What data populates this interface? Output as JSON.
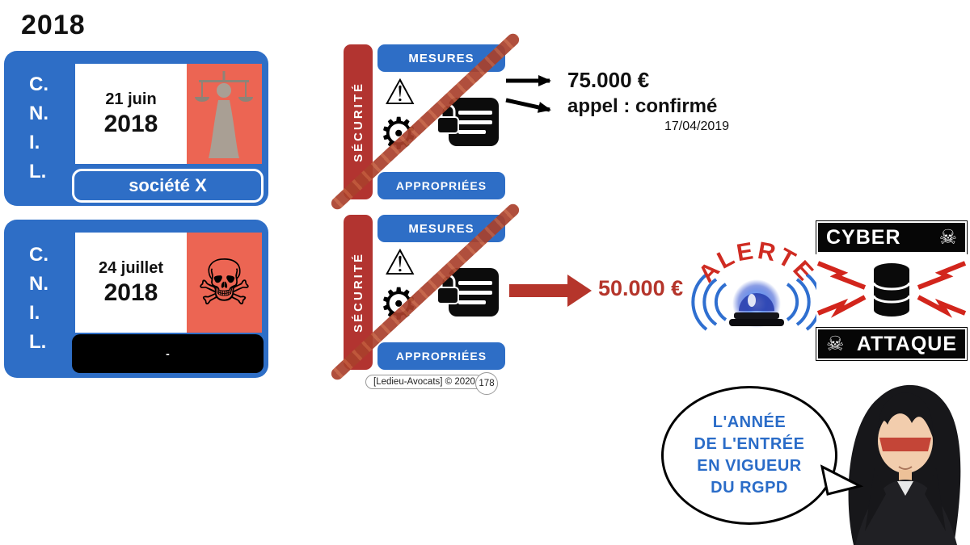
{
  "title": "2018",
  "cnil_cards": [
    {
      "org": "C.\nN.\nI.\nL.",
      "date_top": "21 juin",
      "date_year": "2018",
      "banner": "société X"
    },
    {
      "org": "C.\nN.\nI.\nL.",
      "date_top": "24 juillet",
      "date_year": "2018",
      "banner": "-"
    }
  ],
  "security_blocks": [
    {
      "left_label": "SÉCURITÉ",
      "top_label": "MESURES",
      "bottom_label": "APPROPRIÉES"
    },
    {
      "left_label": "SÉCURITÉ",
      "top_label": "MESURES",
      "bottom_label": "APPROPRIÉES"
    }
  ],
  "case_june": {
    "fine": "75.000 €",
    "appeal": "appel : confirmé",
    "appeal_date": "17/04/2019"
  },
  "case_july": {
    "fine": "50.000 €"
  },
  "alert_label": "ALERTE",
  "cyber_panel": {
    "top_label": "CYBER",
    "bottom_label": "ATTAQUE",
    "skull": "☠"
  },
  "speech_bubble": "L'ANNÉE\nDE L'ENTRÉE\nEN VIGUEUR\nDU RGPD",
  "footer": {
    "credit": "[Ledieu-Avocats] © 2020",
    "page_number": "178"
  },
  "icons": {
    "warning_glyph": "⚠",
    "gear_glyph": "⚙",
    "skull_glyph": "☠"
  },
  "colors": {
    "cnil_blue": "#2e6ec6",
    "security_red": "#b23430",
    "accent_salmon": "#ec6553",
    "fine_red": "#b5352b",
    "alert_red": "#cf2b22",
    "bubble_blue": "#2a6cc8"
  }
}
